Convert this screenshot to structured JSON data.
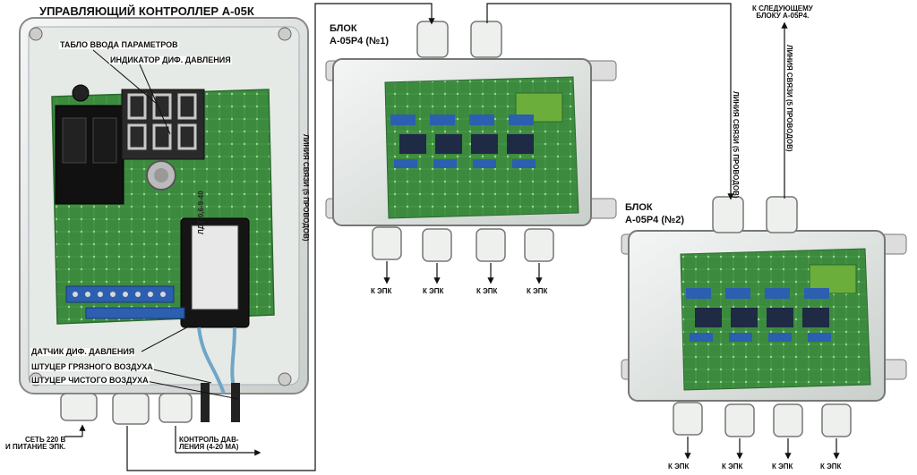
{
  "controller": {
    "title": "УПРАВЛЯЮЩИЙ КОНТРОЛЛЕР А-05К",
    "callouts": {
      "param_panel": "ТАБЛО ВВОДА ПАРАМЕТРОВ",
      "diff_indicator": "ИНДИКАТОР ДИФ. ДАВЛЕНИЯ",
      "diff_sensor": "ДАТЧИК ДИФ. ДАВЛЕНИЯ",
      "dirty_air_fitting": "ШТУЦЕР ГРЯЗНОГО ВОЗДУХА",
      "clean_air_fitting": "ШТУЦЕР ЧИСТОГО ВОЗДУХА"
    },
    "power_label": "СЕТЬ 220 В\nИ ПИТАНИЕ ЭПК.",
    "pressure_control_label": "КОНТРОЛЬ ДАВ-\nЛЕНИЯ (4-20 МА)",
    "sensor_model": "ЛДТ-0,6-9-40",
    "display_digits": "888"
  },
  "comm_line_label": "ЛИНИЯ СВЯЗИ (5 ПРОВОДОВ)",
  "blocks": [
    {
      "title": "БЛОК\nА-05Р4 (№1)",
      "outputs": [
        "К ЭПК",
        "К ЭПК",
        "К ЭПК",
        "К ЭПК"
      ]
    },
    {
      "title": "БЛОК\nА-05Р4 (№2)",
      "outputs": [
        "К ЭПК",
        "К ЭПК",
        "К ЭПК",
        "К ЭПК"
      ]
    }
  ],
  "next_block_label": "К СЛЕДУЮЩЕМУ\nБЛОКУ А-05Р4.",
  "colors": {
    "pcb": "#3c8a3e",
    "pcb_dark": "#2a6a2e",
    "enclosure": "#d6dcd8",
    "gland": "#eef0ee",
    "terminal": "#2c5fb0",
    "relay": "#1f2a44",
    "line": "#111111"
  }
}
